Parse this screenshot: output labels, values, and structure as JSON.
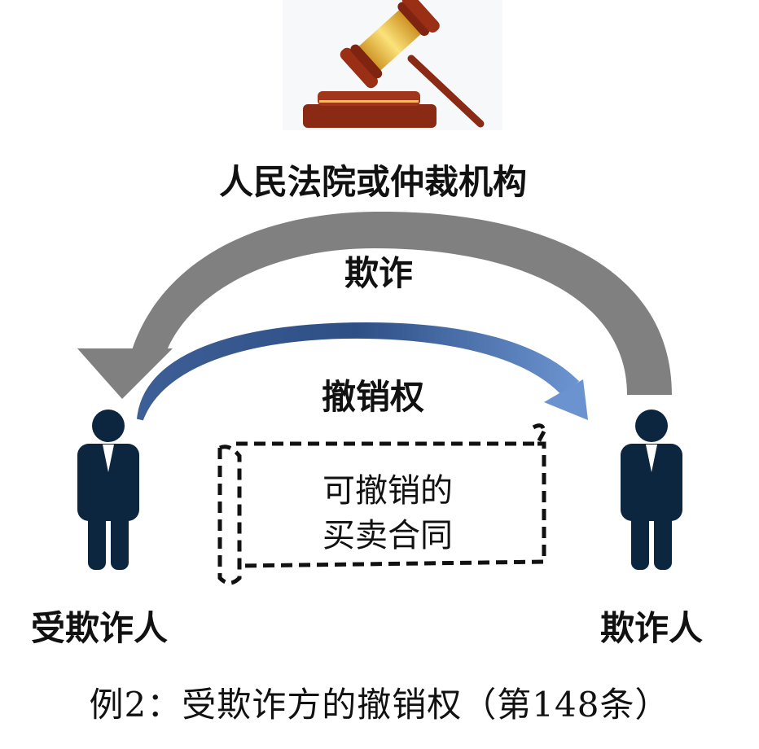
{
  "court_label": "人民法院或仲裁机构",
  "fraud_arrow_label": "欺诈",
  "rescission_arrow_label": "撤销权",
  "contract_lines": [
    "可撤销的",
    "买卖合同"
  ],
  "left_party": "受欺诈人",
  "right_party": "欺诈人",
  "caption": "例2：受欺诈方的撤销权（第148条）",
  "colors": {
    "gray_arrow": "#808080",
    "blue_arrow": "#4a72b0",
    "person": "#0d2640",
    "gavel": "#8b2a14",
    "gold": "#e8b83a"
  }
}
